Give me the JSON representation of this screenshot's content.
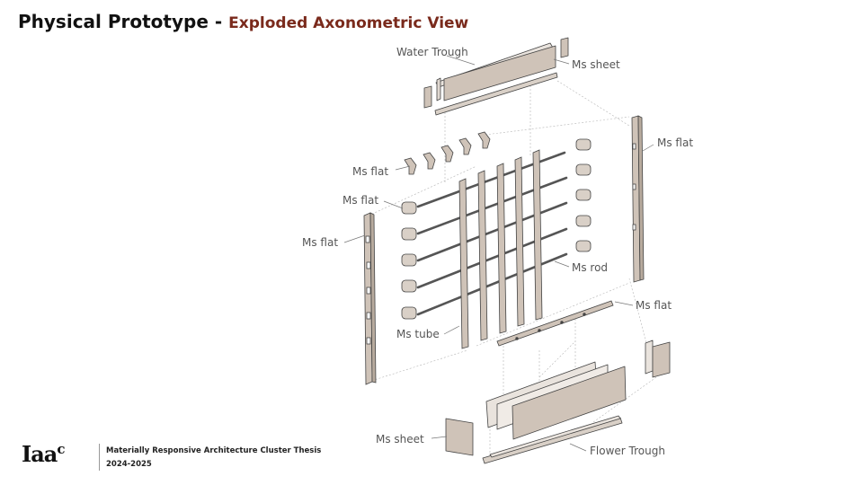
{
  "header": {
    "title": "Physical Prototype - ",
    "subtitle": "Exploded Axonometric View"
  },
  "labels": {
    "water_trough": "Water Trough",
    "ms_sheet_top": "Ms sheet",
    "ms_flat_right_post": "Ms flat",
    "ms_flat_clips": "Ms flat",
    "ms_flat_mid": "Ms flat",
    "ms_flat_left_post": "Ms flat",
    "ms_rod": "Ms rod",
    "ms_flat_bottom_bar": "Ms flat",
    "ms_tube": "Ms tube",
    "ms_sheet_bottom": "Ms sheet",
    "flower_trough": "Flower Trough"
  },
  "footer": {
    "logo_main": "Iaa",
    "logo_sup": "c",
    "line1": "Materially Responsive Architecture Cluster Thesis",
    "line2": "2024-2025"
  },
  "colors": {
    "subtitle": "#7a2a1c",
    "material": "#cfc3b8",
    "outline": "#444444"
  }
}
